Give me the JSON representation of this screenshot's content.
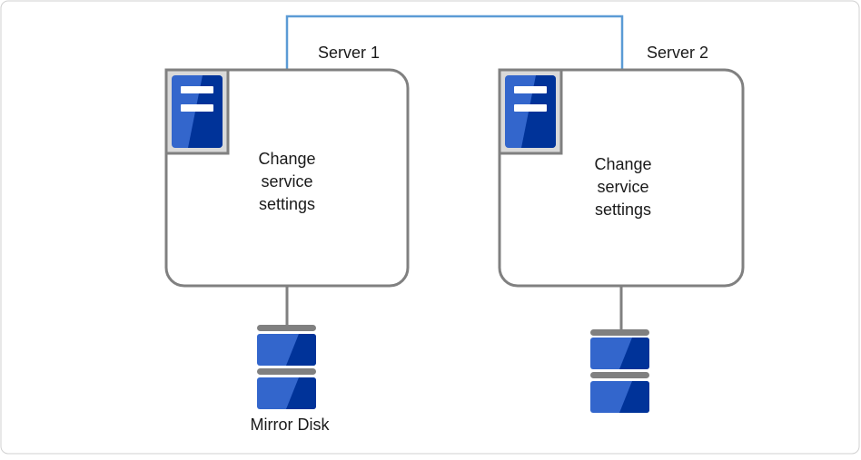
{
  "servers": [
    {
      "label": "Server 1",
      "task_lines": [
        "Change",
        "service",
        "settings"
      ],
      "disk_label": "Mirror Disk"
    },
    {
      "label": "Server 2",
      "task_lines": [
        "Change",
        "service",
        "settings"
      ],
      "disk_label": ""
    }
  ],
  "colors": {
    "link": "#5b9bd5",
    "box_border": "#808080",
    "icon_blue_light": "#3366cc",
    "icon_blue_dark": "#003399",
    "icon_bg": "#d9d9d9"
  },
  "icons": {
    "server": "server-icon",
    "disk": "disk-icon"
  }
}
